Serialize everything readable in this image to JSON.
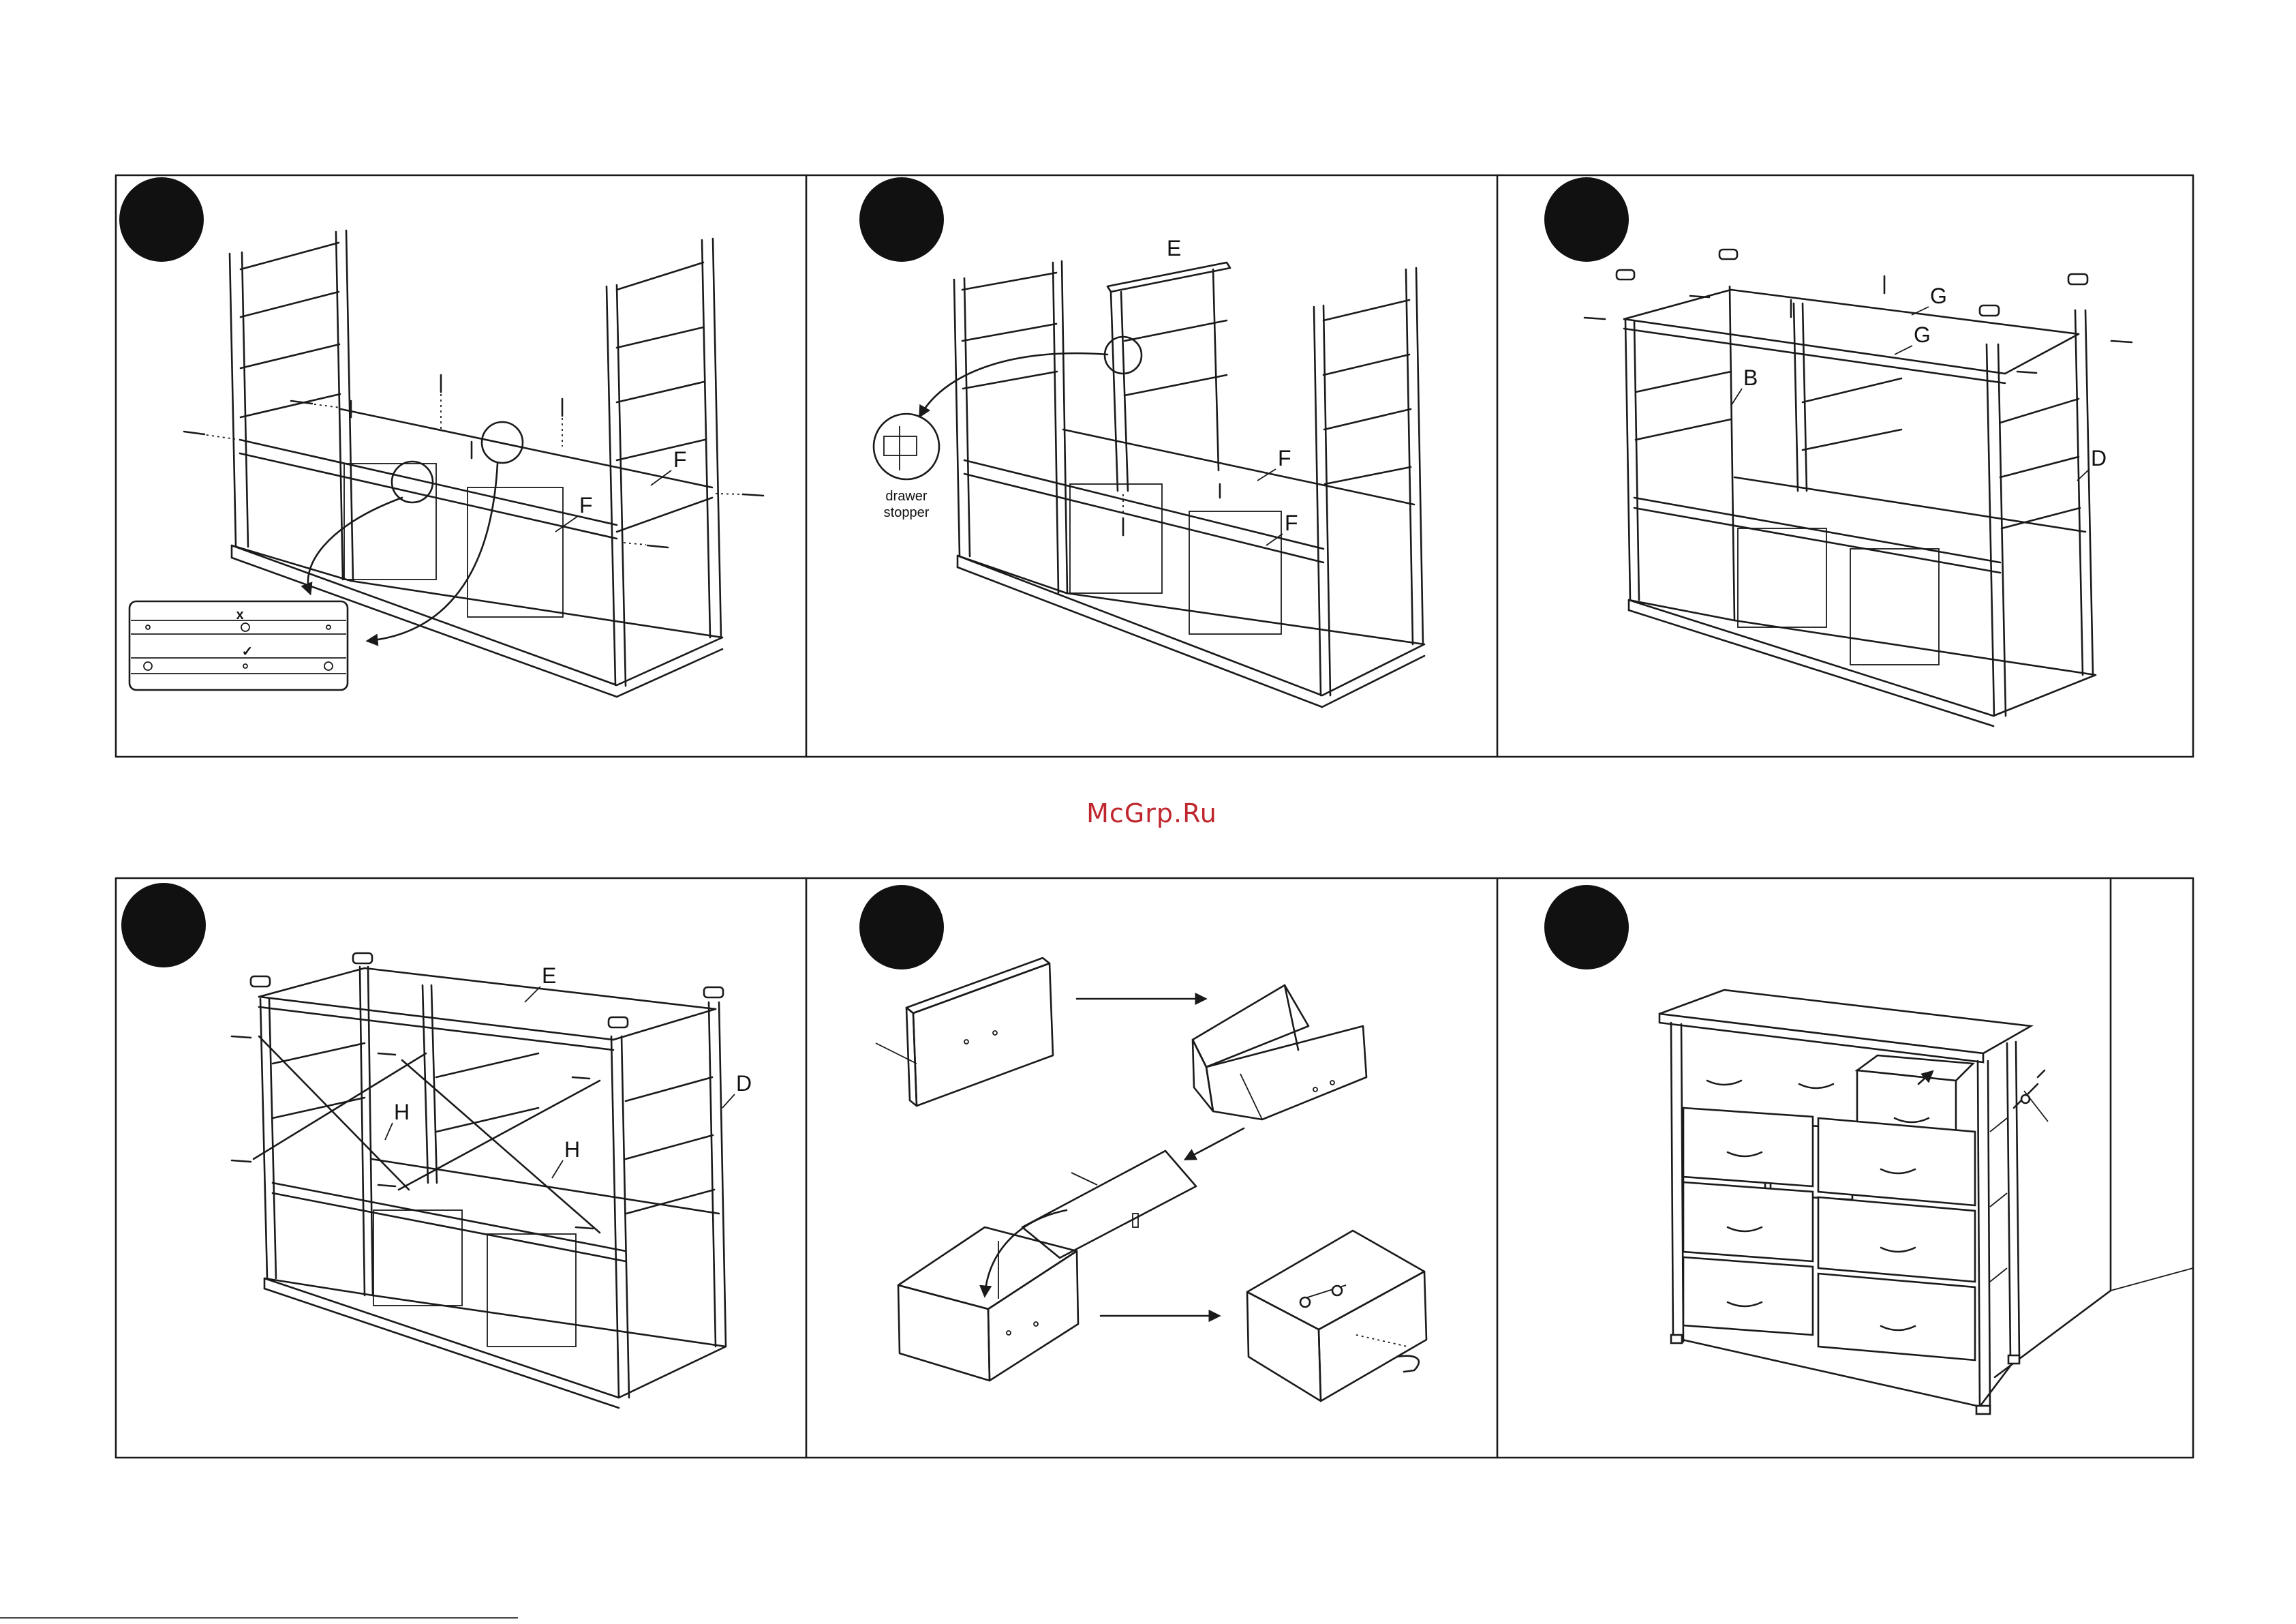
{
  "watermark": {
    "text": "McGrp.Ru",
    "color": "#c0262d"
  },
  "panels": [
    {
      "id": "step-1",
      "labels": [
        "F",
        "F"
      ]
    },
    {
      "id": "step-2",
      "labels": [
        "E",
        "F",
        "F"
      ],
      "callout": [
        "drawer",
        "stopper"
      ]
    },
    {
      "id": "step-3",
      "labels": [
        "G",
        "G",
        "B",
        "D"
      ]
    },
    {
      "id": "step-4",
      "labels": [
        "E",
        "D",
        "H",
        "H"
      ]
    },
    {
      "id": "step-5",
      "labels": []
    },
    {
      "id": "step-6",
      "labels": []
    }
  ],
  "check_box": {
    "wrong_mark": "x",
    "right_mark": "✓"
  },
  "icons": [
    "step-number-circle",
    "screw-icon",
    "leveling-foot-icon",
    "arrow-icon",
    "magnifier-circle-icon",
    "drawer-handle-icon"
  ]
}
